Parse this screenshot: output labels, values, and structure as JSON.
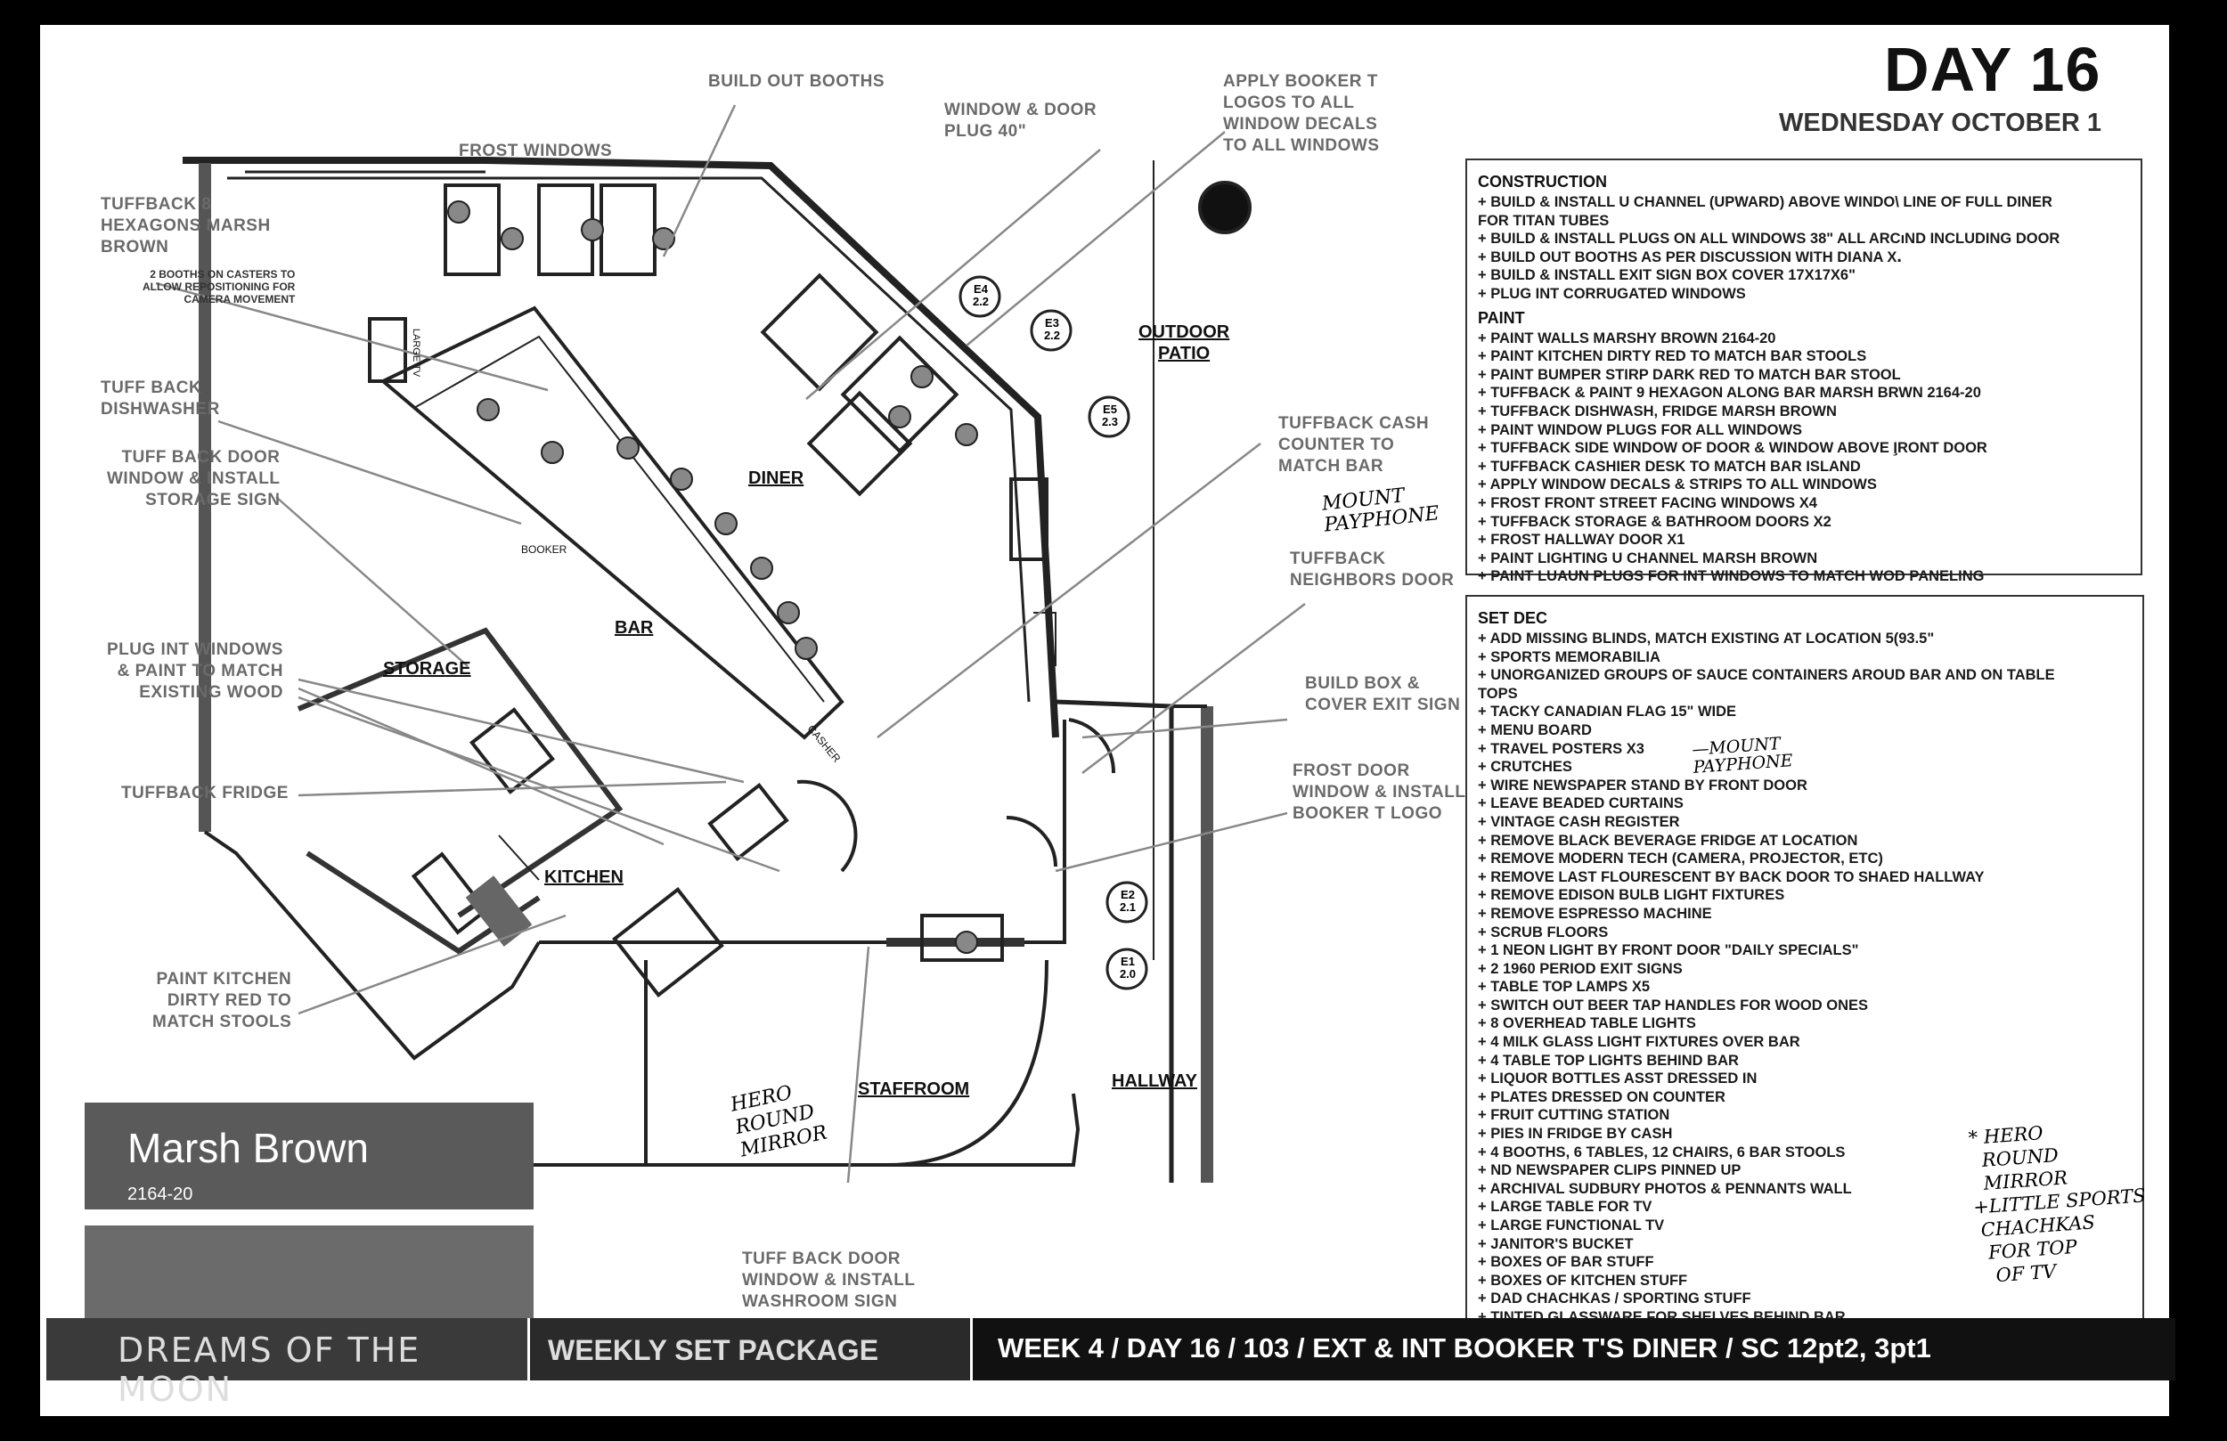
{
  "header": {
    "day": "DAY 16",
    "date": "WEDNESDAY OCTOBER 1"
  },
  "plan": {
    "rooms": {
      "diner": "DINER",
      "bar": "BAR",
      "storage": "STORAGE",
      "kitchen": "KITCHEN",
      "staffroom": "STAFFROOM",
      "hallway": "HALLWAY",
      "outdoor_patio": "OUTDOOR\nPATIO"
    },
    "small_labels": {
      "booker": "BOOKER",
      "casher": "CASHER",
      "large_tv": "LARGE TV",
      "booths_note": "2 BOOTHS ON CASTERS TO\nALLOW REPOSITIONING FOR\nCAMERA MOVEMENT"
    },
    "markers": [
      {
        "code": "E4",
        "val": "2.2"
      },
      {
        "code": "E3",
        "val": "2.2"
      },
      {
        "code": "E5",
        "val": "2.3"
      },
      {
        "code": "E2",
        "val": "2.1"
      },
      {
        "code": "E1",
        "val": "2.0"
      }
    ],
    "callouts": {
      "build_booths": "BUILD OUT BOOTHS",
      "frost_windows": "FROST WINDOWS",
      "window_door_plug": "WINDOW & DOOR\nPLUG 40\"",
      "apply_booker": "APPLY BOOKER T\nLOGOS TO ALL\nWINDOW DECALS\nTO ALL WINDOWS",
      "tuffback_hex": "TUFFBACK 8\nHEXAGONS MARSH\nBROWN",
      "tuff_dishwasher": "TUFF BACK\nDISHWASHER",
      "tuff_back_door": "TUFF BACK DOOR\nWINDOW & INSTALL\nSTORAGE SIGN",
      "plug_int": "PLUG INT WINDOWS\n& PAINT TO MATCH\nEXISTING WOOD",
      "tuffback_fridge": "TUFFBACK FRIDGE",
      "paint_kitchen": "PAINT KITCHEN\nDIRTY RED TO\nMATCH STOOLS",
      "tuffback_cash": "TUFFBACK CASH\nCOUNTER TO\nMATCH BAR",
      "tuffback_neighbors": "TUFFBACK\nNEIGHBORS DOOR",
      "build_box": "BUILD BOX &\nCOVER EXIT SIGN",
      "frost_door": "FROST DOOR\nWINDOW & INSTALL\nBOOKER T LOGO",
      "tuff_washroom": "TUFF BACK DOOR\nWINDOW & INSTALL\nWASHROOM SIGN"
    },
    "handwritten": {
      "mount_payphone": "MOUNT\nPAYPHONE",
      "hero_mirror": "HERO\nROUND\nMIRROR"
    }
  },
  "swatch": {
    "name": "Marsh Brown",
    "code": "2164-20",
    "color": "#5a5a5a"
  },
  "construction": {
    "title": "CONSTRUCTION",
    "items": [
      "+ BUILD & INSTALL U CHANNEL (UPWARD) ABOVE WINDO\\ LINE OF FULL DINER",
      "FOR TITAN TUBES",
      "+ BUILD & INSTALL PLUGS ON ALL WINDOWS 38\" ALL ARCıND INCLUDING DOOR",
      "+ BUILD OUT BOOTHS AS PER DISCUSSION WITH DIANA X․",
      "+ BUILD & INSTALL EXIT SIGN BOX COVER 17X17X6\"",
      "+ PLUG INT CORRUGATED WINDOWS"
    ],
    "paint_title": "PAINT",
    "paint_items": [
      "+ PAINT WALLS MARSHY BROWN 2164-20",
      "+ PAINT KITCHEN DIRTY RED TO MATCH BAR STOOLS",
      "+ PAINT BUMPER STIRP DARK RED TO MATCH BAR STOOL",
      "+ TUFFBACK & PAINT 9 HEXAGON ALONG BAR MARSH BRWN 2164-20",
      "+ TUFFBACK DISHWASH, FRIDGE MARSH BROWN",
      "+ PAINT WINDOW PLUGS FOR ALL WINDOWS",
      "+ TUFFBACK SIDE WINDOW OF DOOR & WINDOW ABOVE I̧RONT DOOR",
      "+ TUFFBACK CASHIER DESK TO MATCH BAR ISLAND",
      "+ APPLY WINDOW DECALS & STRIPS TO ALL WINDOWS",
      "+ FROST FRONT STREET FACING WINDOWS X4",
      "+ TUFFBACK STORAGE & BATHROOM DOORS X2",
      "+ FROST HALLWAY DOOR X1",
      "+ PAINT LIGHTING U CHANNEL MARSH BROWN",
      "+ PAINT LUAUN PLUGS FOR INT WINDOWS TO MATCH WOD PANELING"
    ]
  },
  "set_dec": {
    "title": "SET DEC",
    "items": [
      "+ ADD MISSING BLINDS, MATCH EXISTING AT LOCATION 5(93.5\"",
      "+ SPORTS MEMORABILIA",
      "+ UNORGANIZED GROUPS OF SAUCE CONTAINERS AROUD BAR AND ON TABLE",
      "TOPS",
      "+ TACKY CANADIAN FLAG 15\" WIDE",
      "+ MENU BOARD",
      "+ TRAVEL POSTERS X3",
      "+ CRUTCHES",
      "+ WIRE NEWSPAPER STAND BY FRONT DOOR",
      "+ LEAVE BEADED CURTAINS",
      "+ VINTAGE CASH REGISTER",
      "+ REMOVE BLACK BEVERAGE FRIDGE AT LOCATION",
      "+ REMOVE MODERN TECH (CAMERA, PROJECTOR, ETC)",
      "+ REMOVE LAST FLOURESCENT BY BACK DOOR TO SHAED HALLWAY",
      "+ REMOVE EDISON BULB LIGHT FIXTURES",
      "+ REMOVE ESPRESSO MACHINE",
      "+ SCRUB FLOORS",
      "+ 1 NEON LIGHT BY FRONT DOOR \"DAILY SPECIALS\"",
      "+ 2 1960 PERIOD EXIT SIGNS",
      "+ TABLE TOP LAMPS X5",
      "+ SWITCH OUT BEER TAP HANDLES FOR WOOD ONES",
      "+ 8 OVERHEAD TABLE LIGHTS",
      "+ 4 MILK GLASS LIGHT FIXTURES OVER BAR",
      "+ 4 TABLE TOP LIGHTS BEHIND BAR",
      "+ LIQUOR BOTTLES ASST DRESSED IN",
      "+ PLATES DRESSED ON COUNTER",
      "+ FRUIT CUTTING STATION",
      "+ PIES IN FRIDGE BY CASH",
      "+ 4 BOOTHS, 6 TABLES, 12 CHAIRS, 6 BAR STOOLS",
      "+ ND NEWSPAPER CLIPS PINNED UP",
      "+ ARCHIVAL SUDBURY PHOTOS & PENNANTS WALL",
      "+ LARGE TABLE FOR TV",
      "+ LARGE FUNCTIONAL TV",
      "+ JANITOR'S BUCKET",
      "+ BOXES OF BAR STUFF",
      "+ BOXES OF KITCHEN STUFF",
      "+ DAD CHACHKAS / SPORTING STUFF",
      "+ TINTED GLASSWARE FOR SHELVES BEHIND BAR"
    ],
    "hand_note_1": "—MOUNT\nPAYPHONE",
    "hand_note_2": "* HERO\n  ROUND\n  MIRROR\n+LITTLE SPORTS\n CHACHKAS\n  FOR TOP\n   OF TV"
  },
  "footer": {
    "show": "DREAMS OF THE MOON",
    "package": "WEEKLY SET PACKAGE",
    "info": "WEEK 4 / DAY 16 / 103 / EXT & INT BOOKER T'S DINER / SC 12pt2, 3pt1"
  }
}
